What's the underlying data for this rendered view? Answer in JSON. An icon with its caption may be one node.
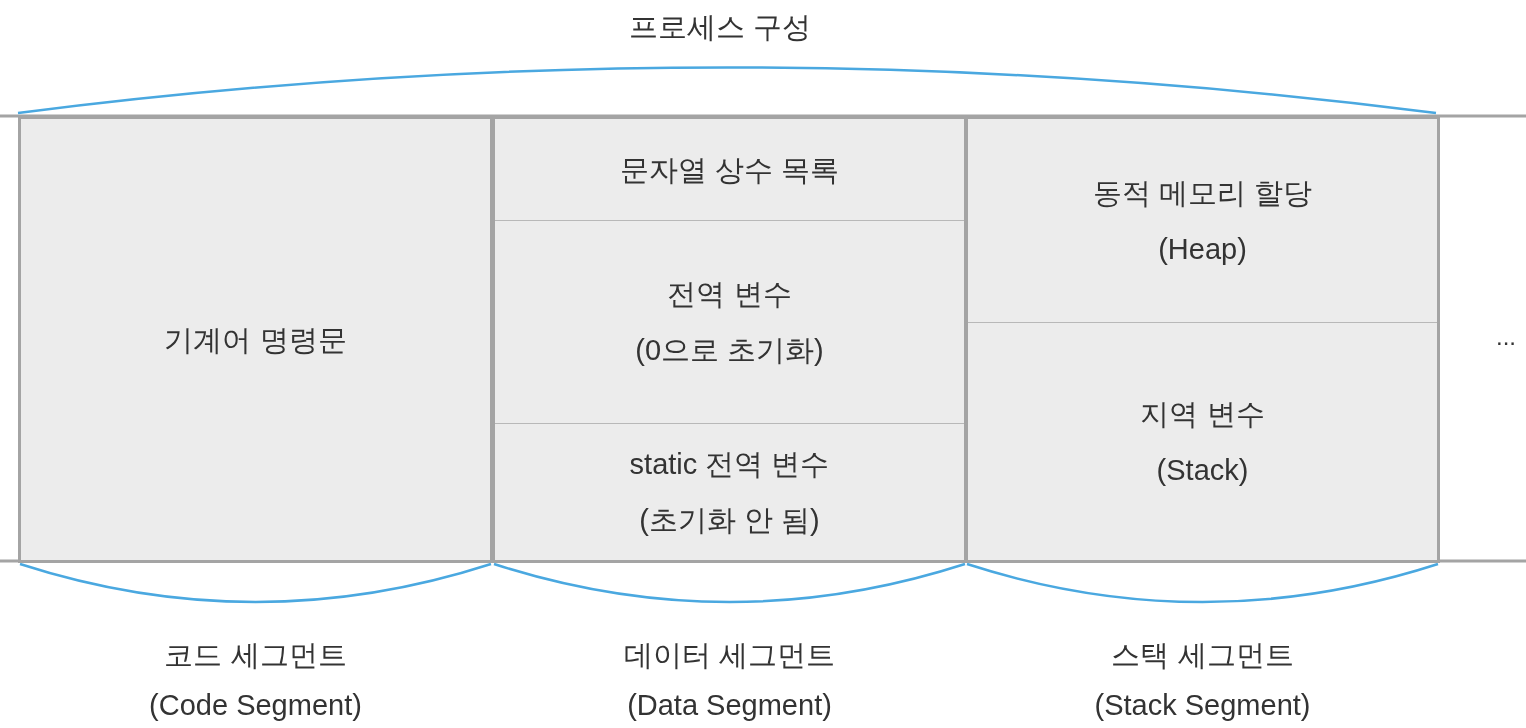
{
  "diagram": {
    "title": "프로세스 구성",
    "nodes": [
      {
        "text": [
          "기계어 명령문",
          "코드 세그먼트 (Code Segment)"
        ]
      },
      {
        "text": [
          "데이터 세그먼트 (Data Segment)"
        ]
      },
      {
        "text": [
          "문자열 상수 목록"
        ],
        "in": 1
      },
      {
        "text": [
          "전역 변수 (0으로 초기화)"
        ],
        "in": 1
      },
      {
        "text": [
          "static 전역 변수 (초기화 안 됨)"
        ],
        "in": 1
      },
      {
        "text": [
          "스택 세그먼트 (Stack Segment)"
        ]
      },
      {
        "text": [
          "동적 메모리 할당 (Heap)"
        ],
        "in": 5
      },
      {
        "text": [
          "지역 변수 (Stack)"
        ],
        "in": 5
      }
    ],
    "edges": [],
    "labels": [
      "..."
    ]
  }
}
